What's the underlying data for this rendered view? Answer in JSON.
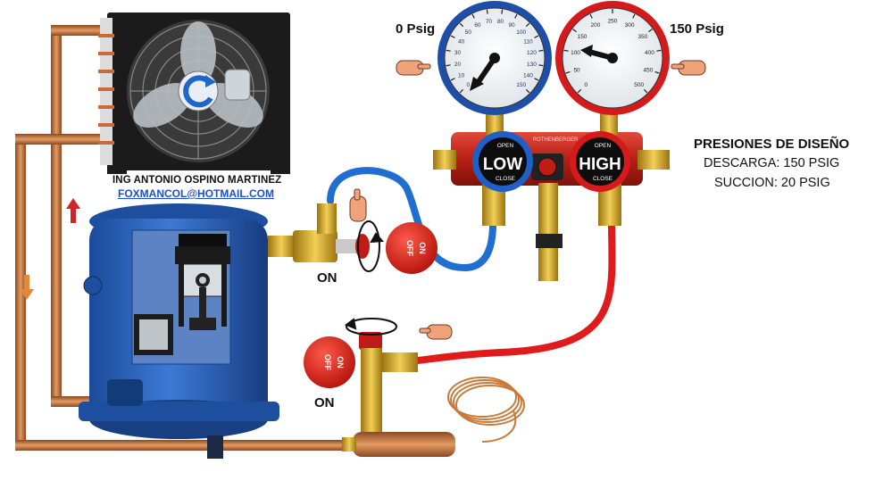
{
  "labels": {
    "low_gauge_reading": "0 Psig",
    "high_gauge_reading": "150 Psig",
    "author": "ING ANTONIO OSPINO MARTINEZ",
    "email": "FOXMANCOL@HOTMAIL.COM",
    "suction_valve_state": "ON",
    "discharge_valve_state": "ON"
  },
  "manifold": {
    "low_label": "LOW",
    "high_label": "HIGH",
    "brand": "ROTHENBERGER",
    "open": "OPEN",
    "close": "CLOSE"
  },
  "valve_caps": {
    "off": "OFF",
    "on": "ON"
  },
  "specs": {
    "title": "PRESIONES DE DISEÑO",
    "discharge": "DESCARGA: 150 PSIG",
    "suction": "SUCCION: 20 PSIG"
  },
  "colors": {
    "copper": "#c9703a",
    "compressor_blue": "#2a62b8",
    "low_side_blue": "#1f6fd1",
    "high_side_red": "#e11b1b",
    "manifold_red": "#c0251c",
    "brass": "#d9a928"
  },
  "gauges": {
    "low": {
      "scale": [
        "0",
        "10",
        "20",
        "30",
        "40",
        "50",
        "60",
        "70",
        "80",
        "90",
        "100",
        "110",
        "120",
        "130",
        "140",
        "150"
      ]
    },
    "high": {
      "scale": [
        "0",
        "50",
        "100",
        "150",
        "200",
        "250",
        "300",
        "350",
        "400",
        "450",
        "500"
      ]
    }
  }
}
